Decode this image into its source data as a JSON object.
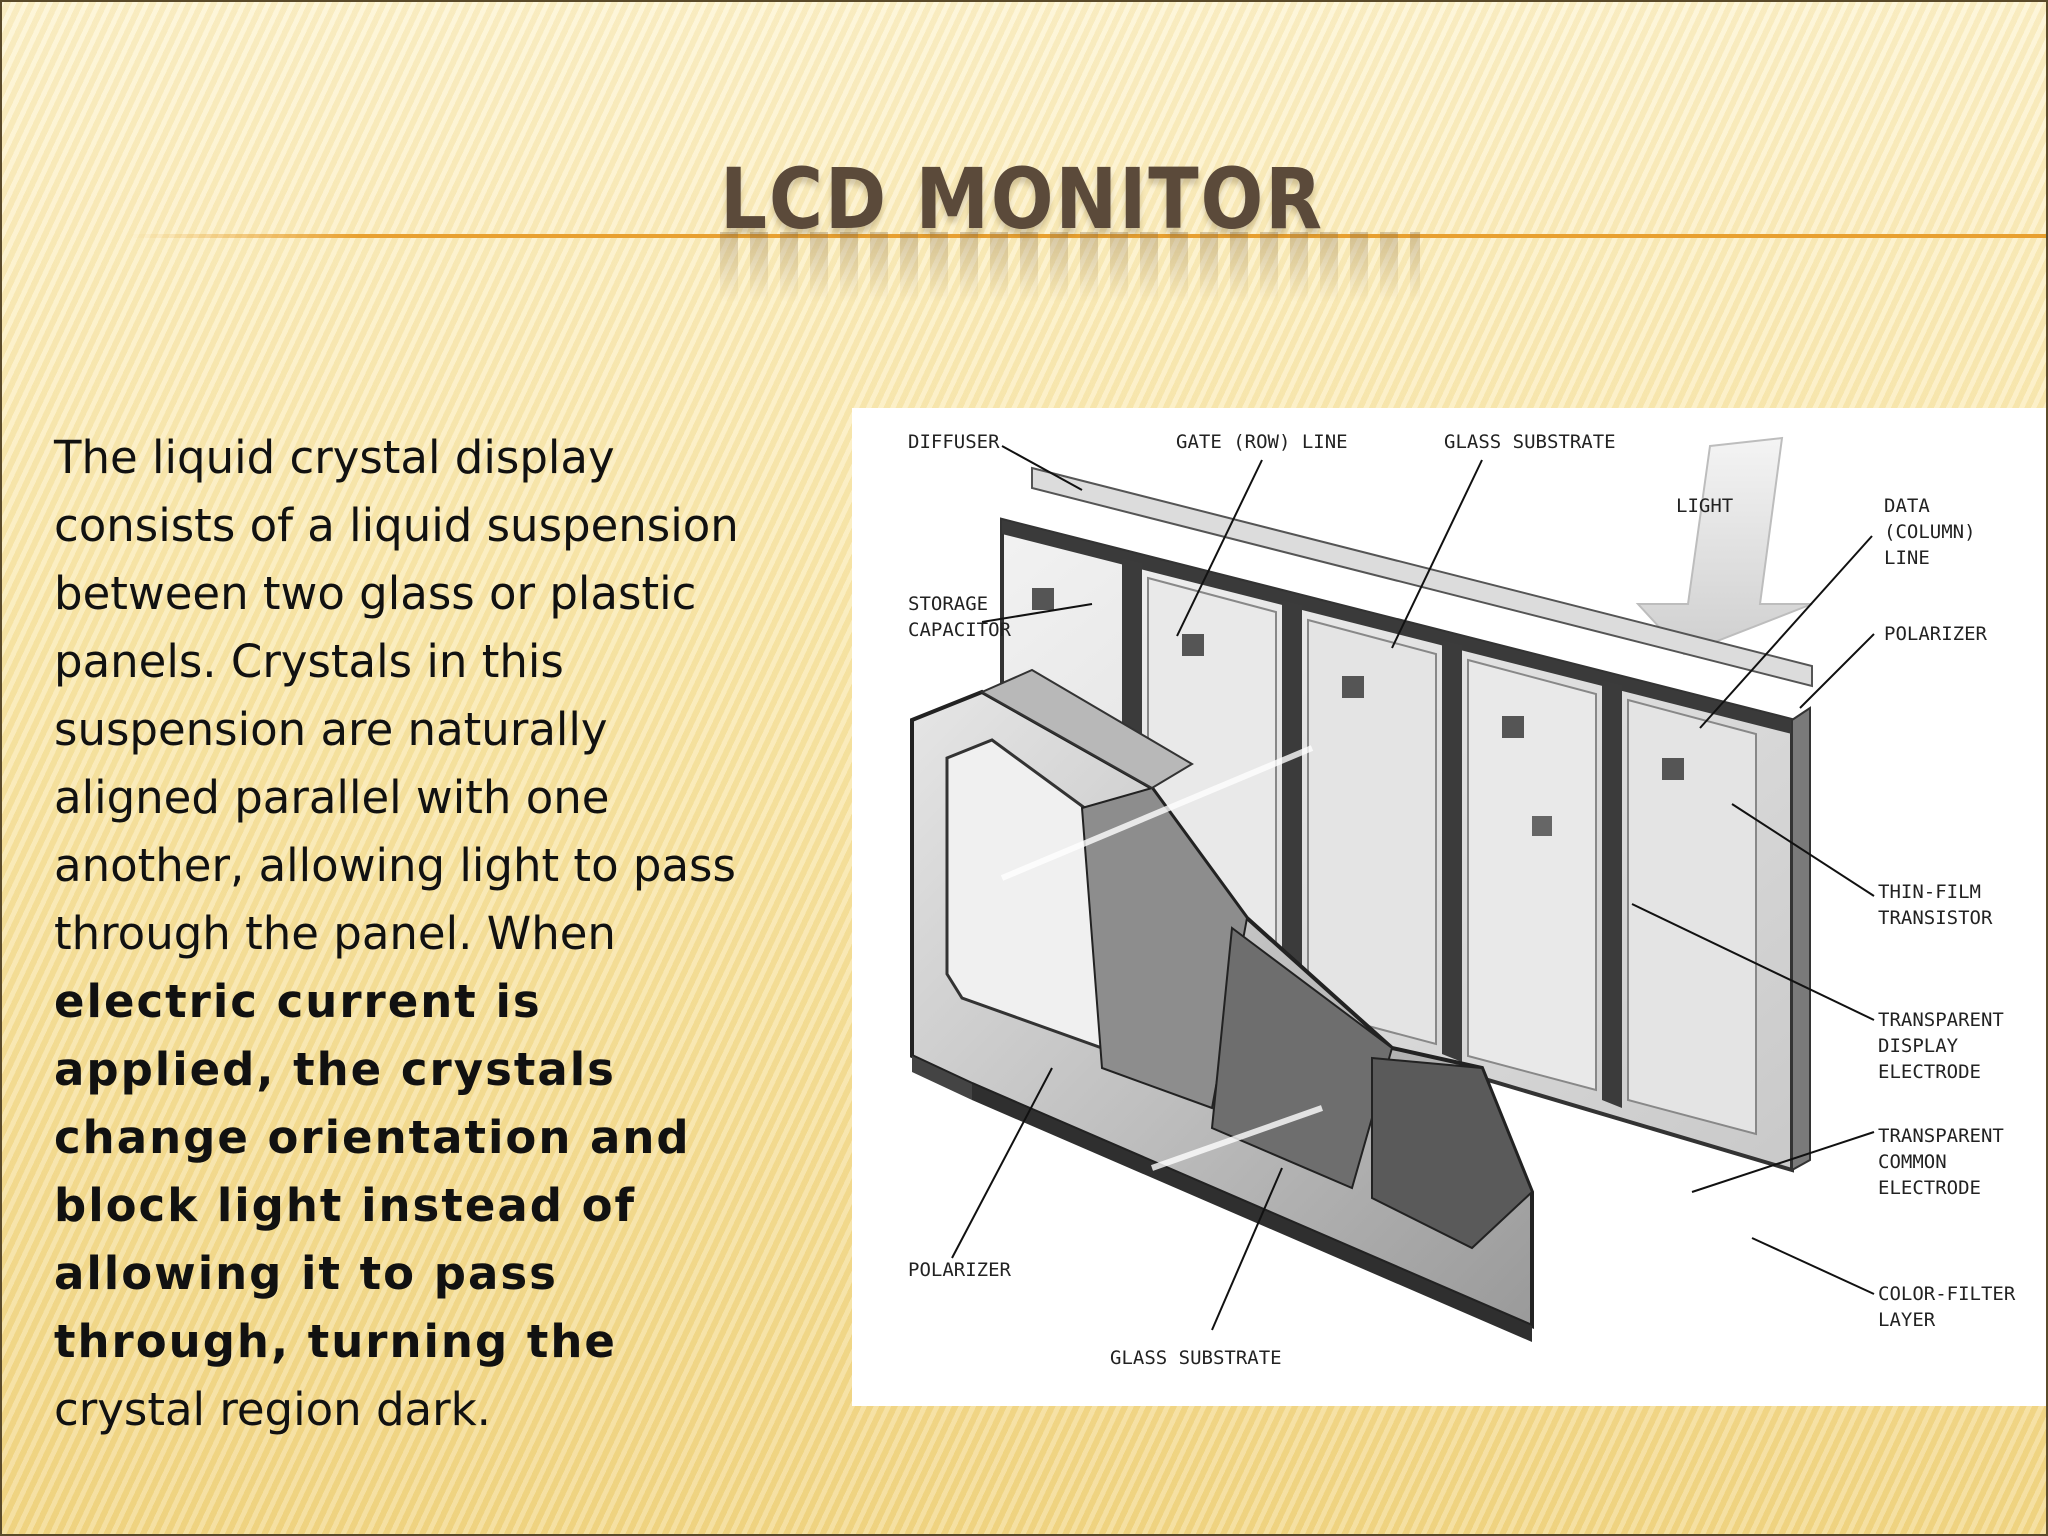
{
  "slide": {
    "title": "LCD MONITOR",
    "paragraph": {
      "part1": "The liquid crystal display consists of a liquid suspension between two glass or plastic panels. Crystals in this suspension are naturally aligned parallel with one another, allowing light to pass through the panel. When ",
      "bold": "electric current is applied, the crystals change orientation and block light instead of allowing it to pass through, turning the",
      "part2": " crystal region dark."
    }
  },
  "diagram": {
    "labels": {
      "diffuser": "DIFFUSER",
      "gate_line": "GATE (ROW) LINE",
      "glass_substrate_top": "GLASS SUBSTRATE",
      "light": "LIGHT",
      "data_line_1": "DATA",
      "data_line_2": "(COLUMN)",
      "data_line_3": "LINE",
      "storage_capacitor_1": "STORAGE",
      "storage_capacitor_2": "CAPACITOR",
      "polarizer_top": "POLARIZER",
      "tft_1": "THIN-FILM",
      "tft_2": "TRANSISTOR",
      "tde_1": "TRANSPARENT",
      "tde_2": "DISPLAY",
      "tde_3": "ELECTRODE",
      "tce_1": "TRANSPARENT",
      "tce_2": "COMMON",
      "tce_3": "ELECTRODE",
      "polarizer_bottom": "POLARIZER",
      "color_filter_1": "COLOR-FILTER",
      "color_filter_2": "LAYER",
      "glass_substrate_bottom": "GLASS SUBSTRATE"
    }
  }
}
